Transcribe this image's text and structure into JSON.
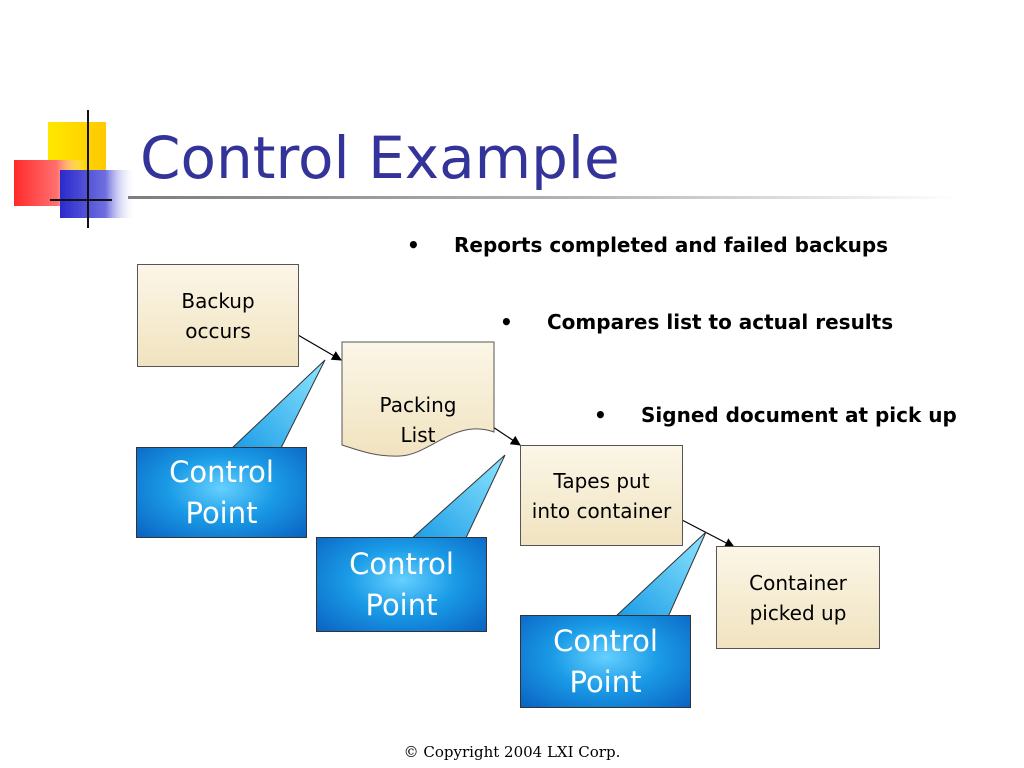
{
  "slide": {
    "title": "Control Example",
    "footer": "© Copyright 2004 LXI Corp."
  },
  "bullets": [
    {
      "marker": "•",
      "text": "Reports completed and failed backups"
    },
    {
      "marker": "•",
      "text": "Compares list to actual results"
    },
    {
      "marker": "•",
      "text": "Signed document at pick up"
    }
  ],
  "process": {
    "steps": [
      {
        "label": "Backup\noccurs"
      },
      {
        "label": "Packing\nList"
      },
      {
        "label": "Tapes put\ninto container"
      },
      {
        "label": "Container\npicked up"
      }
    ],
    "callouts": [
      {
        "label": "Control\nPoint"
      },
      {
        "label": "Control\nPoint"
      },
      {
        "label": "Control\nPoint"
      }
    ]
  },
  "colors": {
    "title": "#333399",
    "box_fill": "#f1e3c0",
    "callout_fill": "#1a9be6",
    "deco_yellow": "#ffd700",
    "deco_red": "#ff3333",
    "deco_blue": "#3333cc"
  }
}
